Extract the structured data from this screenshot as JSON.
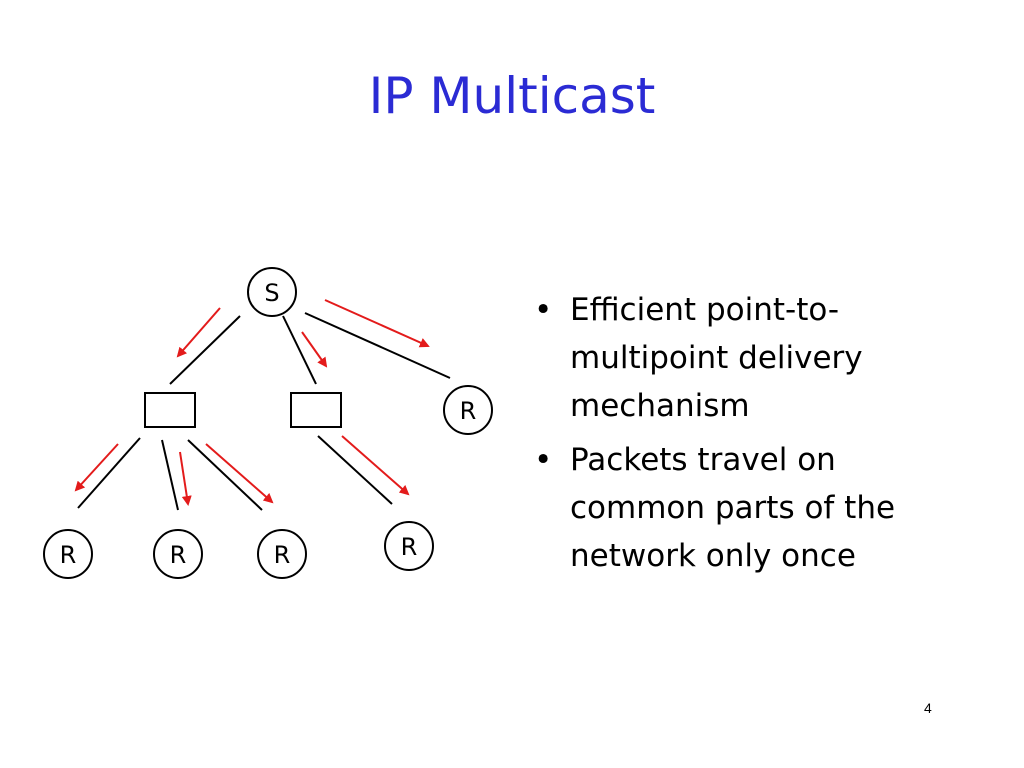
{
  "slide": {
    "title": "IP Multicast",
    "page_number": "4"
  },
  "diagram": {
    "source_label": "S",
    "receiver_label": "R",
    "colors": {
      "edge": "#000000",
      "arrow": "#e31b1b"
    }
  },
  "bullets": [
    "Efficient point-to-multipoint delivery mechanism",
    "Packets travel on common parts of the network only once"
  ]
}
